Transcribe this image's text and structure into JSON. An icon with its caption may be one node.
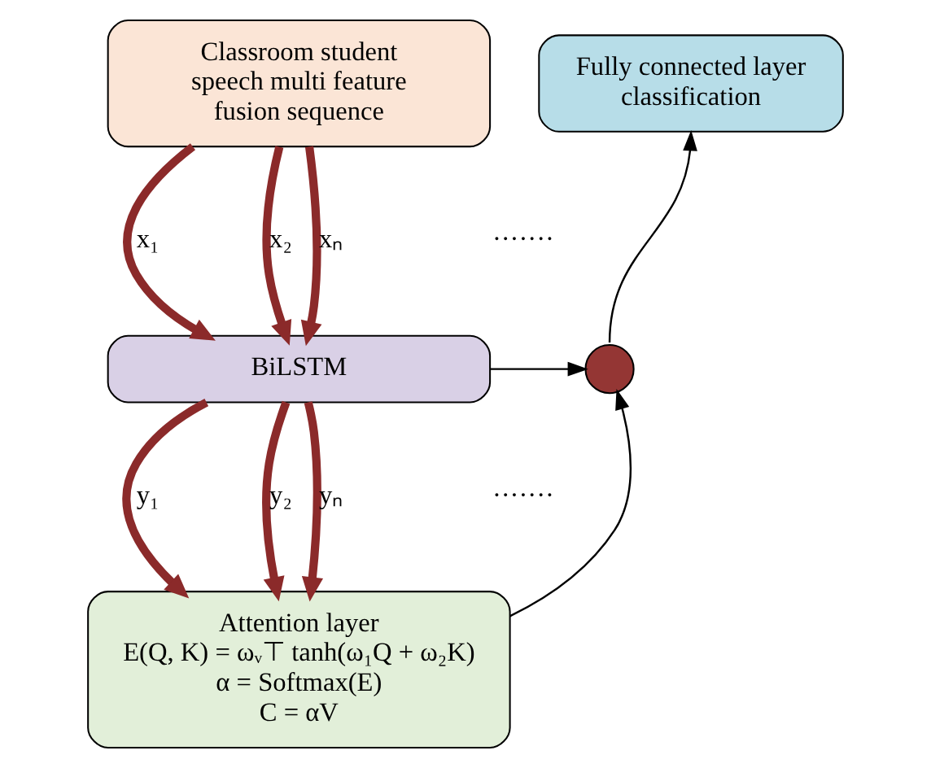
{
  "diagram": {
    "nodes": [
      {
        "text": [
          "Classroom student speech multi feature fusion sequence"
        ]
      },
      {
        "text": [
          "Fully connected layer classification"
        ]
      },
      {
        "text": [
          "BiLSTM"
        ]
      },
      {
        "text": [],
        "shape": "circle"
      },
      {
        "text": [
          "Attention layer",
          "E(Q, K) = ωᵥ⊤ tanh(ω₁Q + ω₂K)",
          "α = Softmax(E)",
          "C = αV"
        ]
      }
    ],
    "edges": [
      {
        "from": 0,
        "to": 2,
        "arrow": "to",
        "label": "x₁"
      },
      {
        "from": 0,
        "to": 2,
        "arrow": "to",
        "label": "x₂"
      },
      {
        "from": 0,
        "to": 2,
        "arrow": "to",
        "label": "xₙ"
      },
      {
        "from": 2,
        "to": 4,
        "arrow": "to",
        "label": "y₁"
      },
      {
        "from": 2,
        "to": 4,
        "arrow": "to",
        "label": "y₂"
      },
      {
        "from": 2,
        "to": 4,
        "arrow": "to",
        "label": "yₙ"
      },
      {
        "from": 2,
        "to": 3,
        "arrow": "to",
        "color": "#000000"
      },
      {
        "from": 4,
        "to": 3,
        "arrow": "to",
        "color": "#000000"
      },
      {
        "from": 3,
        "to": 1,
        "arrow": "to",
        "color": "#000000"
      }
    ],
    "labels": [
      "·······",
      "·······"
    ]
  }
}
